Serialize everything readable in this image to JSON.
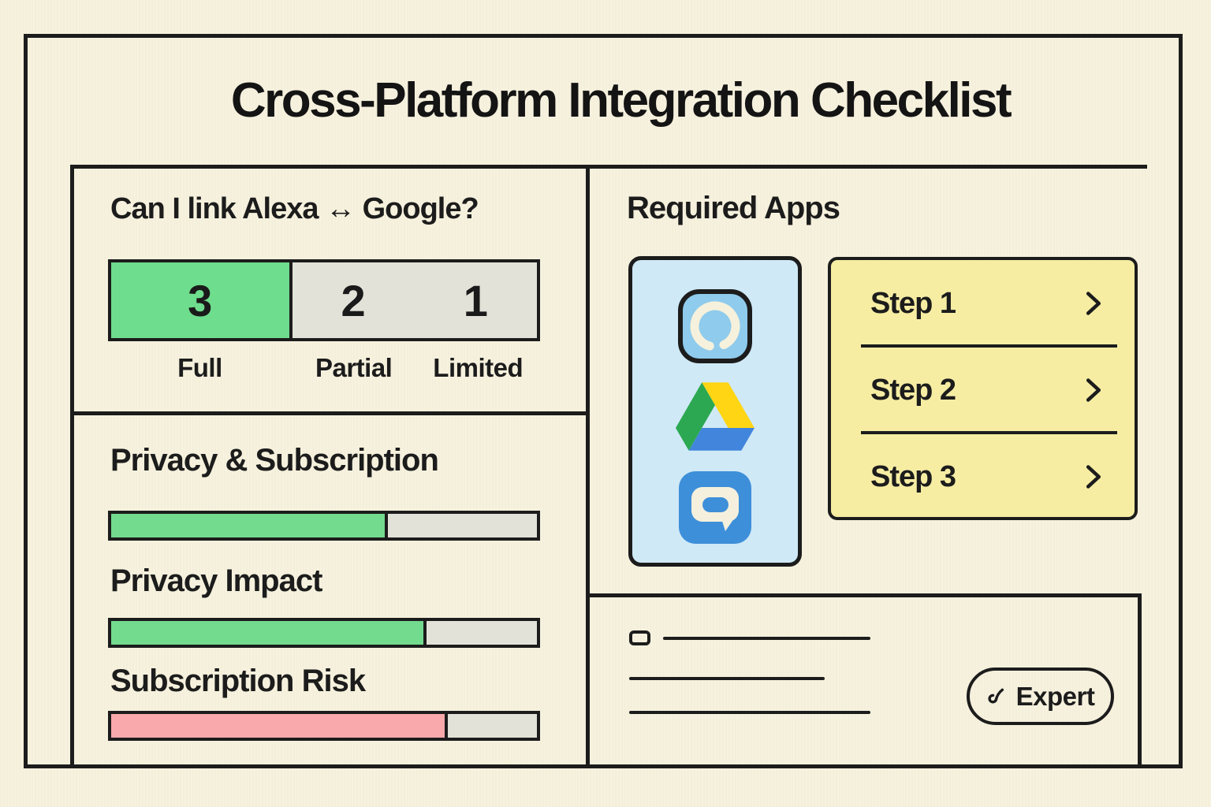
{
  "title": "Cross-Platform Integration Checklist",
  "link_panel": {
    "question": "Can I link Alexa ↔ Google?",
    "segments": [
      {
        "value": "3",
        "label": "Full"
      },
      {
        "value": "2",
        "label": "Partial"
      },
      {
        "value": "1",
        "label": "Limited"
      }
    ]
  },
  "metrics": {
    "bars": [
      {
        "label": "Privacy & Subscription",
        "percent": 65,
        "color": "#72db8e"
      },
      {
        "label": "Privacy Impact",
        "percent": 74,
        "color": "#72db8e"
      },
      {
        "label": "Subscription Risk",
        "percent": 79,
        "color": "#f9a8ab"
      }
    ]
  },
  "required_apps": {
    "heading": "Required Apps",
    "apps": [
      {
        "name": "alexa"
      },
      {
        "name": "google-drive"
      },
      {
        "name": "chat"
      }
    ]
  },
  "steps": {
    "items": [
      {
        "label": "Step 1"
      },
      {
        "label": "Step 2"
      },
      {
        "label": "Step 3"
      }
    ]
  },
  "note_card": {
    "expert_label": "Expert"
  },
  "colors": {
    "paper": "#f7f2de",
    "ink": "#1c1c1c",
    "seg_green": "#6edd8d",
    "seg_gray": "#e3e2d8",
    "blue_card": "#cfe9f6",
    "alexa_blue": "#8fcbec",
    "alexa_ring": "#f6f1dc",
    "chat_blue": "#3e8fd9",
    "bubble_white": "#f5f0dd",
    "steps_yellow": "#f6eda3",
    "drive_green": "#2ca852",
    "drive_yellow": "#ffd514",
    "drive_blue": "#4285dc"
  }
}
